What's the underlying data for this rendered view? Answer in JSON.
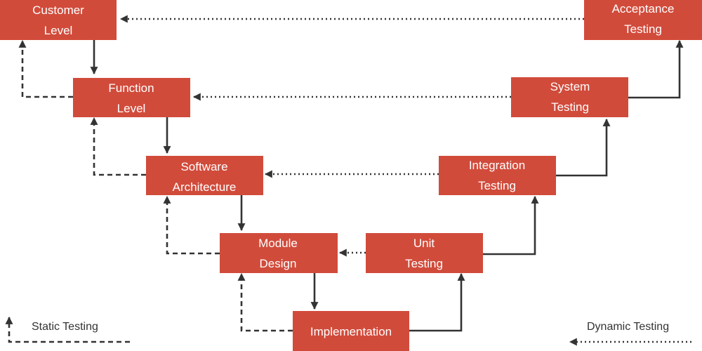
{
  "boxes": {
    "customer": [
      "Customer",
      "Level"
    ],
    "function": [
      "Function",
      "Level"
    ],
    "software": [
      "Software",
      "Architecture"
    ],
    "module": [
      "Module",
      "Design"
    ],
    "implementation": [
      "Implementation"
    ],
    "unit": [
      "Unit",
      "Testing"
    ],
    "integration": [
      "Integration",
      "Testing"
    ],
    "system": [
      "System",
      "Testing"
    ],
    "acceptance": [
      "Acceptance",
      "Testing"
    ]
  },
  "legend": {
    "static": "Static Testing",
    "dynamic": "Dynamic Testing"
  },
  "colors": {
    "box_fill": "#d14b3b",
    "box_text": "#ffffff",
    "line": "#333333"
  }
}
